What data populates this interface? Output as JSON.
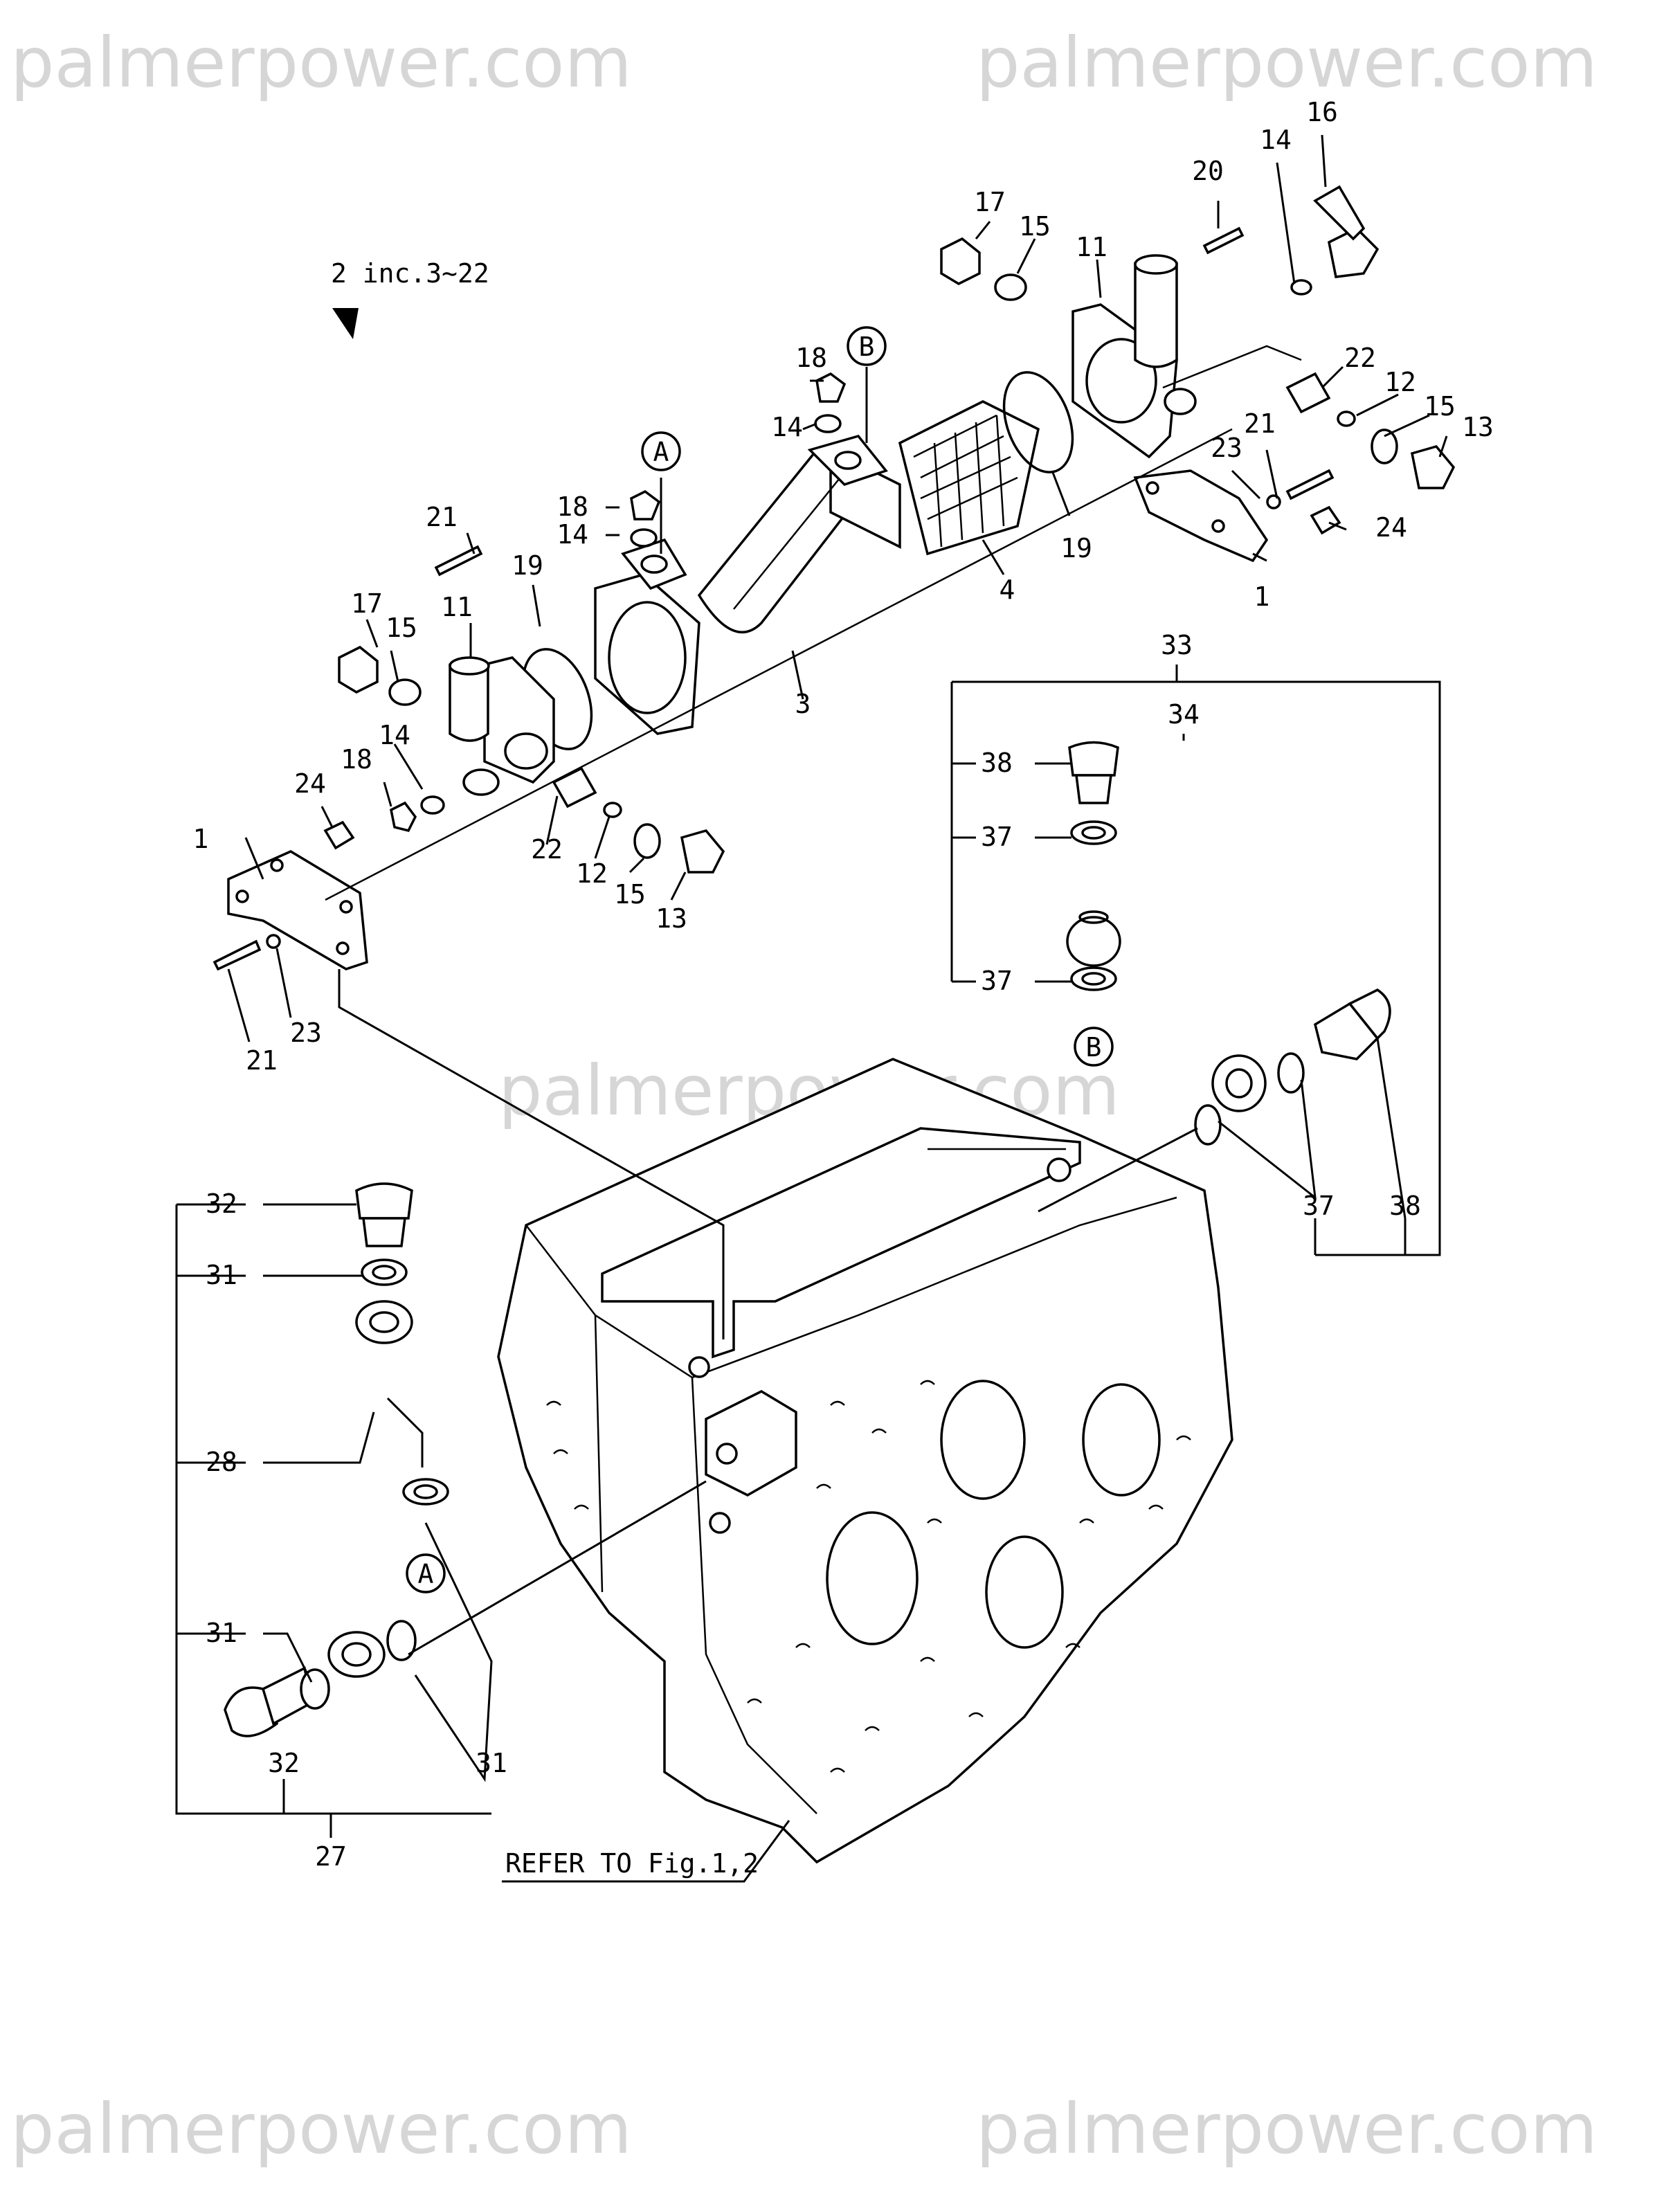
{
  "watermarks": [
    "palmerpower.com",
    "palmerpower.com",
    "palmerpower.com",
    "palmerpower.com",
    "palmerpower.com"
  ],
  "note_top": "2 inc.3∼22",
  "refer": "REFER TO Fig.1,2",
  "markers": {
    "a": "A",
    "b": "B"
  },
  "callouts": {
    "c1_left": "1",
    "c1_right": "1",
    "c3": "3",
    "c4": "4",
    "c11_left": "11",
    "c11_right": "11",
    "c12_left": "12",
    "c12_right": "12",
    "c13_left": "13",
    "c13_right": "13",
    "c14_a": "14",
    "c14_b": "14",
    "c14_c": "14",
    "c14_d": "14",
    "c15_a": "15",
    "c15_b": "15",
    "c15_c": "15",
    "c15_d": "15",
    "c16": "16",
    "c17_left": "17",
    "c17_right": "17",
    "c18_a": "18",
    "c18_b": "18",
    "c18_c": "18",
    "c19_left": "19",
    "c19_right": "19",
    "c20": "20",
    "c21_a": "21",
    "c21_b": "21",
    "c21_c": "21",
    "c22_left": "22",
    "c22_right": "22",
    "c23_left": "23",
    "c23_right": "23",
    "c24_left": "24",
    "c24_right": "24",
    "c27": "27",
    "c28": "28",
    "c31_a": "31",
    "c31_b": "31",
    "c31_c": "31",
    "c32_a": "32",
    "c32_b": "32",
    "c33": "33",
    "c34": "34",
    "c37_a": "37",
    "c37_b": "37",
    "c37_c": "37",
    "c38_a": "38",
    "c38_b": "38"
  }
}
